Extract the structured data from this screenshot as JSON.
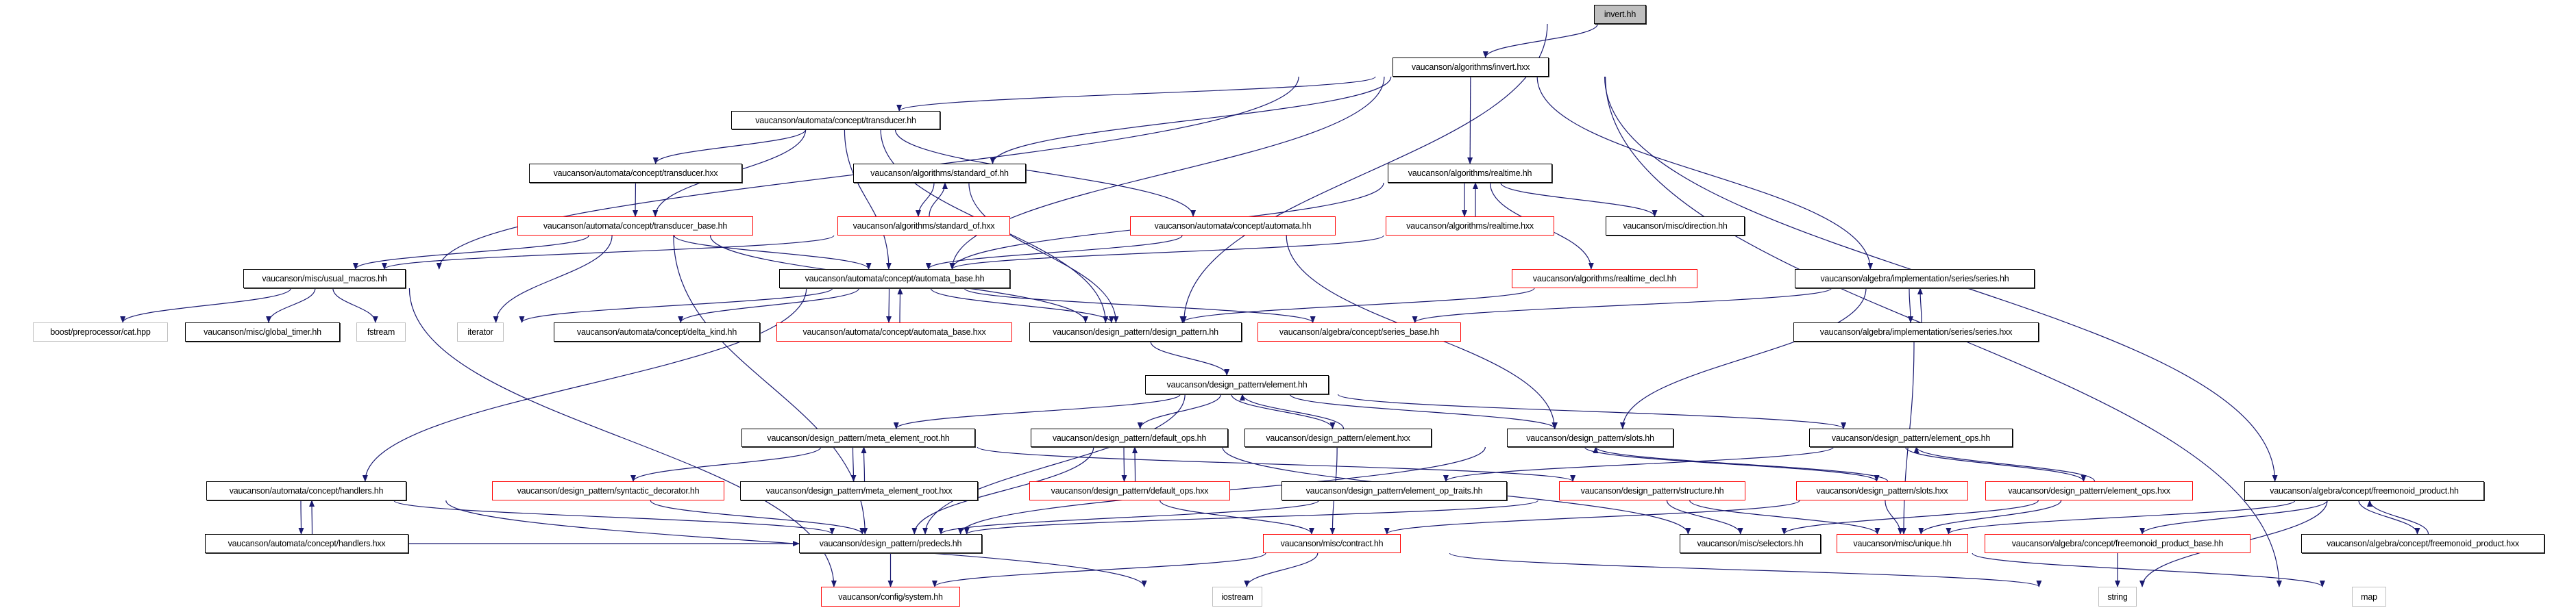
{
  "colors": {
    "edge": "#191970",
    "incomplete_border": "#ff0000",
    "external_border": "#bfbfbf",
    "root_fill": "#bfbfbf"
  },
  "nodes": {
    "invert_hh": {
      "label": "invert.hh",
      "kind": "root"
    },
    "invert_hxx": {
      "label": "vaucanson/algorithms/invert.hxx",
      "kind": "normal"
    },
    "transducer_hh": {
      "label": "vaucanson/automata/concept/transducer.hh",
      "kind": "normal"
    },
    "transducer_hxx": {
      "label": "vaucanson/automata/concept/transducer.hxx",
      "kind": "normal"
    },
    "standard_of_hh": {
      "label": "vaucanson/algorithms/standard_of.hh",
      "kind": "normal"
    },
    "realtime_hh": {
      "label": "vaucanson/algorithms/realtime.hh",
      "kind": "normal"
    },
    "transducer_base_hh": {
      "label": "vaucanson/automata/concept/transducer_base.hh",
      "kind": "red"
    },
    "standard_of_hxx": {
      "label": "vaucanson/algorithms/standard_of.hxx",
      "kind": "red"
    },
    "automata_hh": {
      "label": "vaucanson/automata/concept/automata.hh",
      "kind": "red"
    },
    "realtime_hxx": {
      "label": "vaucanson/algorithms/realtime.hxx",
      "kind": "red"
    },
    "direction_hh": {
      "label": "vaucanson/misc/direction.hh",
      "kind": "normal"
    },
    "usual_macros_hh": {
      "label": "vaucanson/misc/usual_macros.hh",
      "kind": "normal"
    },
    "automata_base_hh": {
      "label": "vaucanson/automata/concept/automata_base.hh",
      "kind": "normal"
    },
    "realtime_decl_hh": {
      "label": "vaucanson/algorithms/realtime_decl.hh",
      "kind": "red"
    },
    "series_hh": {
      "label": "vaucanson/algebra/implementation/series/series.hh",
      "kind": "normal"
    },
    "cat_hpp": {
      "label": "boost/preprocessor/cat.hpp",
      "kind": "ext"
    },
    "global_timer_hh": {
      "label": "vaucanson/misc/global_timer.hh",
      "kind": "normal"
    },
    "fstream": {
      "label": "fstream",
      "kind": "ext"
    },
    "iterator": {
      "label": "iterator",
      "kind": "ext"
    },
    "delta_kind_hh": {
      "label": "vaucanson/automata/concept/delta_kind.hh",
      "kind": "normal"
    },
    "automata_base_hxx": {
      "label": "vaucanson/automata/concept/automata_base.hxx",
      "kind": "red"
    },
    "design_pattern_hh": {
      "label": "vaucanson/design_pattern/design_pattern.hh",
      "kind": "normal"
    },
    "series_base_hh": {
      "label": "vaucanson/algebra/concept/series_base.hh",
      "kind": "red"
    },
    "series_hxx": {
      "label": "vaucanson/algebra/implementation/series/series.hxx",
      "kind": "normal"
    },
    "element_hh": {
      "label": "vaucanson/design_pattern/element.hh",
      "kind": "normal"
    },
    "meta_element_root_hh": {
      "label": "vaucanson/design_pattern/meta_element_root.hh",
      "kind": "normal"
    },
    "default_ops_hh": {
      "label": "vaucanson/design_pattern/default_ops.hh",
      "kind": "normal"
    },
    "element_hxx": {
      "label": "vaucanson/design_pattern/element.hxx",
      "kind": "normal"
    },
    "slots_hh": {
      "label": "vaucanson/design_pattern/slots.hh",
      "kind": "normal"
    },
    "element_ops_hh": {
      "label": "vaucanson/design_pattern/element_ops.hh",
      "kind": "normal"
    },
    "handlers_hh": {
      "label": "vaucanson/automata/concept/handlers.hh",
      "kind": "normal"
    },
    "syntactic_decorator_hh": {
      "label": "vaucanson/design_pattern/syntactic_decorator.hh",
      "kind": "red"
    },
    "meta_element_root_hxx": {
      "label": "vaucanson/design_pattern/meta_element_root.hxx",
      "kind": "normal"
    },
    "default_ops_hxx": {
      "label": "vaucanson/design_pattern/default_ops.hxx",
      "kind": "red"
    },
    "element_op_traits_hh": {
      "label": "vaucanson/design_pattern/element_op_traits.hh",
      "kind": "normal"
    },
    "structure_hh": {
      "label": "vaucanson/design_pattern/structure.hh",
      "kind": "red"
    },
    "slots_hxx": {
      "label": "vaucanson/design_pattern/slots.hxx",
      "kind": "red"
    },
    "element_ops_hxx": {
      "label": "vaucanson/design_pattern/element_ops.hxx",
      "kind": "red"
    },
    "freemonoid_product_hh": {
      "label": "vaucanson/algebra/concept/freemonoid_product.hh",
      "kind": "normal"
    },
    "handlers_hxx": {
      "label": "vaucanson/automata/concept/handlers.hxx",
      "kind": "normal"
    },
    "predecls_hh": {
      "label": "vaucanson/design_pattern/predecls.hh",
      "kind": "normal"
    },
    "contract_hh": {
      "label": "vaucanson/misc/contract.hh",
      "kind": "red"
    },
    "selectors_hh": {
      "label": "vaucanson/misc/selectors.hh",
      "kind": "normal"
    },
    "unique_hh": {
      "label": "vaucanson/misc/unique.hh",
      "kind": "red"
    },
    "freemonoid_product_base_hh": {
      "label": "vaucanson/algebra/concept/freemonoid_product_base.hh",
      "kind": "red"
    },
    "freemonoid_product_hxx": {
      "label": "vaucanson/algebra/concept/freemonoid_product.hxx",
      "kind": "normal"
    },
    "system_hh": {
      "label": "vaucanson/config/system.hh",
      "kind": "red"
    },
    "iostream": {
      "label": "iostream",
      "kind": "ext"
    },
    "string": {
      "label": "string",
      "kind": "ext"
    },
    "map": {
      "label": "map",
      "kind": "ext"
    }
  },
  "edges": [
    [
      "invert_hh",
      "invert_hxx"
    ],
    [
      "invert_hh",
      "design_pattern_hh"
    ],
    [
      "invert_hxx",
      "usual_macros_hh"
    ],
    [
      "invert_hxx",
      "transducer_hh"
    ],
    [
      "invert_hxx",
      "standard_of_hh"
    ],
    [
      "invert_hxx",
      "automata_base_hh"
    ],
    [
      "invert_hxx",
      "realtime_hh"
    ],
    [
      "invert_hxx",
      "series_hh"
    ],
    [
      "invert_hxx",
      "freemonoid_product_hh"
    ],
    [
      "invert_hxx",
      "map"
    ],
    [
      "transducer_hh",
      "transducer_hxx"
    ],
    [
      "transducer_hh",
      "transducer_base_hh"
    ],
    [
      "transducer_hh",
      "automata_base_hh"
    ],
    [
      "transducer_hh",
      "automata_hh"
    ],
    [
      "transducer_hh",
      "design_pattern_hh"
    ],
    [
      "transducer_hxx",
      "transducer_base_hh"
    ],
    [
      "transducer_base_hh",
      "usual_macros_hh"
    ],
    [
      "transducer_base_hh",
      "automata_base_hh"
    ],
    [
      "transducer_base_hh",
      "iterator"
    ],
    [
      "transducer_base_hh",
      "predecls_hh"
    ],
    [
      "transducer_base_hh",
      "design_pattern_hh"
    ],
    [
      "standard_of_hh",
      "standard_of_hxx"
    ],
    [
      "standard_of_hxx",
      "standard_of_hh"
    ],
    [
      "standard_of_hh",
      "design_pattern_hh"
    ],
    [
      "standard_of_hxx",
      "usual_macros_hh"
    ],
    [
      "automata_hh",
      "automata_base_hh"
    ],
    [
      "automata_hh",
      "slots_hh"
    ],
    [
      "realtime_hh",
      "realtime_hxx"
    ],
    [
      "realtime_hxx",
      "realtime_hh"
    ],
    [
      "realtime_hh",
      "direction_hh"
    ],
    [
      "realtime_hh",
      "realtime_decl_hh"
    ],
    [
      "realtime_hh",
      "automata_base_hh"
    ],
    [
      "realtime_hxx",
      "automata_base_hh"
    ],
    [
      "realtime_decl_hh",
      "design_pattern_hh"
    ],
    [
      "series_hh",
      "series_hxx"
    ],
    [
      "series_hxx",
      "series_hh"
    ],
    [
      "series_hh",
      "series_base_hh"
    ],
    [
      "series_hh",
      "slots_hh"
    ],
    [
      "series_hxx",
      "unique_hh"
    ],
    [
      "usual_macros_hh",
      "cat_hpp"
    ],
    [
      "usual_macros_hh",
      "global_timer_hh"
    ],
    [
      "usual_macros_hh",
      "fstream"
    ],
    [
      "usual_macros_hh",
      "system_hh"
    ],
    [
      "automata_base_hh",
      "iterator"
    ],
    [
      "automata_base_hh",
      "delta_kind_hh"
    ],
    [
      "automata_base_hh",
      "automata_base_hxx"
    ],
    [
      "automata_base_hxx",
      "automata_base_hh"
    ],
    [
      "automata_base_hh",
      "design_pattern_hh"
    ],
    [
      "automata_base_hh",
      "series_base_hh"
    ],
    [
      "automata_base_hh",
      "handlers_hh"
    ],
    [
      "design_pattern_hh",
      "element_hh"
    ],
    [
      "element_hh",
      "meta_element_root_hh"
    ],
    [
      "element_hh",
      "default_ops_hh"
    ],
    [
      "element_hh",
      "element_hxx"
    ],
    [
      "element_hxx",
      "element_hh"
    ],
    [
      "element_hh",
      "slots_hh"
    ],
    [
      "element_hh",
      "element_ops_hh"
    ],
    [
      "element_hh",
      "predecls_hh"
    ],
    [
      "meta_element_root_hh",
      "syntactic_decorator_hh"
    ],
    [
      "meta_element_root_hh",
      "meta_element_root_hxx"
    ],
    [
      "meta_element_root_hxx",
      "meta_element_root_hh"
    ],
    [
      "meta_element_root_hh",
      "structure_hh"
    ],
    [
      "syntactic_decorator_hh",
      "predecls_hh"
    ],
    [
      "default_ops_hh",
      "default_ops_hxx"
    ],
    [
      "default_ops_hxx",
      "default_ops_hh"
    ],
    [
      "default_ops_hh",
      "predecls_hh"
    ],
    [
      "default_ops_hh",
      "selectors_hh"
    ],
    [
      "default_ops_hxx",
      "contract_hh"
    ],
    [
      "element_hxx",
      "contract_hh"
    ],
    [
      "slots_hh",
      "predecls_hh"
    ],
    [
      "slots_hh",
      "slots_hxx"
    ],
    [
      "slots_hxx",
      "slots_hh"
    ],
    [
      "element_ops_hh",
      "element_op_traits_hh"
    ],
    [
      "element_ops_hh",
      "element_ops_hxx"
    ],
    [
      "element_ops_hxx",
      "element_ops_hh"
    ],
    [
      "element_op_traits_hh",
      "predecls_hh"
    ],
    [
      "structure_hh",
      "predecls_hh"
    ],
    [
      "structure_hh",
      "selectors_hh"
    ],
    [
      "structure_hh",
      "unique_hh"
    ],
    [
      "slots_hxx",
      "contract_hh"
    ],
    [
      "slots_hxx",
      "unique_hh"
    ],
    [
      "element_ops_hxx",
      "selectors_hh"
    ],
    [
      "element_ops_hxx",
      "unique_hh"
    ],
    [
      "freemonoid_product_hh",
      "unique_hh"
    ],
    [
      "freemonoid_product_hh",
      "freemonoid_product_base_hh"
    ],
    [
      "freemonoid_product_hh",
      "string"
    ],
    [
      "freemonoid_product_hh",
      "freemonoid_product_hxx"
    ],
    [
      "freemonoid_product_hxx",
      "freemonoid_product_hh"
    ],
    [
      "freemonoid_product_base_hh",
      "string"
    ],
    [
      "unique_hh",
      "map"
    ],
    [
      "contract_hh",
      "system_hh"
    ],
    [
      "contract_hh",
      "iostream"
    ],
    [
      "contract_hh",
      "string"
    ],
    [
      "predecls_hh",
      "system_hh"
    ],
    [
      "handlers_hh",
      "handlers_hxx"
    ],
    [
      "handlers_hxx",
      "handlers_hh"
    ],
    [
      "handlers_hh",
      "predecls_hh"
    ],
    [
      "handlers_hxx",
      "predecls_hh"
    ],
    [
      "handlers_hh",
      "iostream"
    ]
  ]
}
